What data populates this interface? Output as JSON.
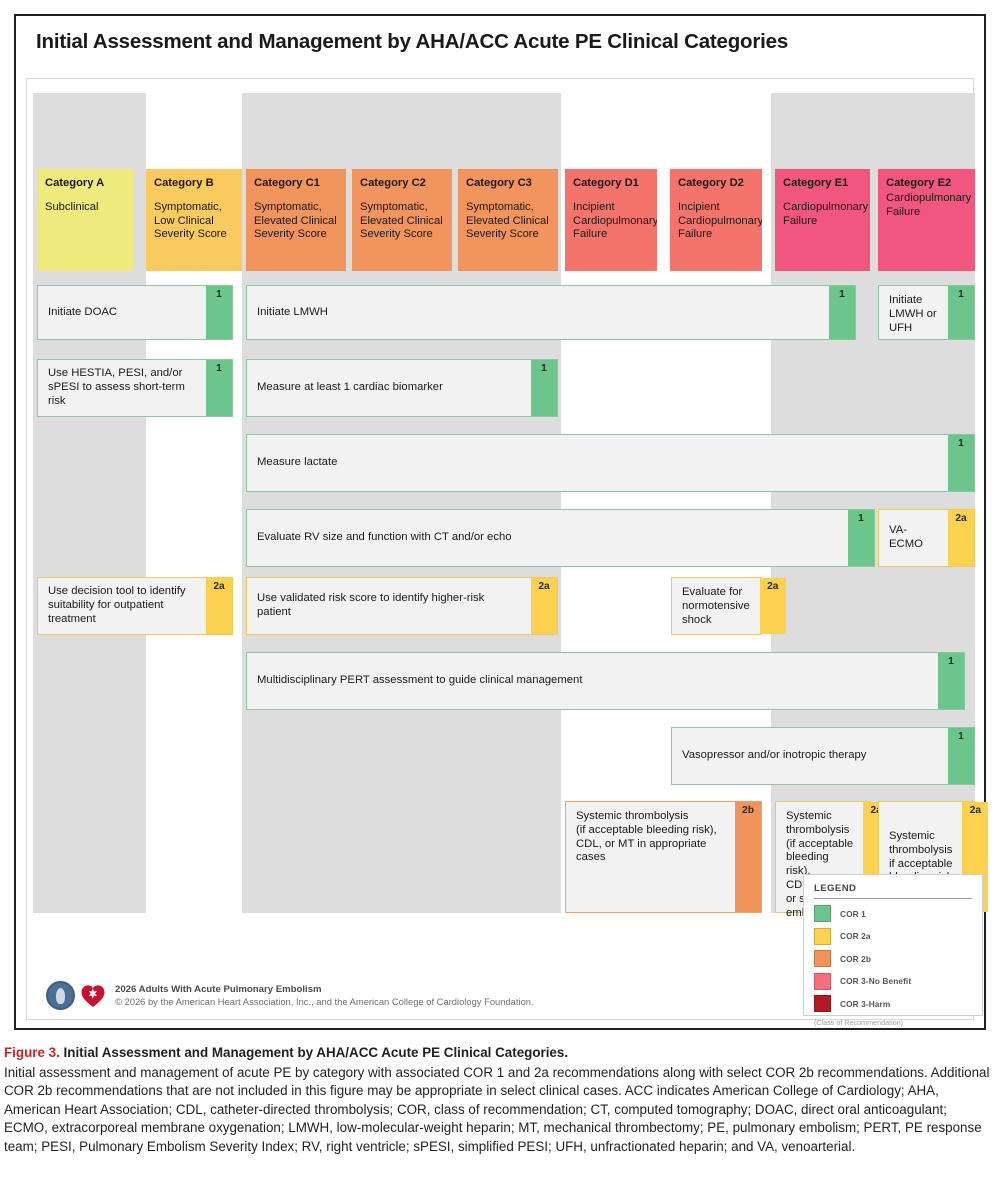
{
  "figure": {
    "title": "Initial Assessment and Management by AHA/ACC Acute PE Clinical Categories",
    "categories": [
      {
        "name": "Category A",
        "desc": "Subclinical",
        "color": "#eeea7e"
      },
      {
        "name": "Category B",
        "desc": "Symptomatic,\nLow Clinical\nSeverity Score",
        "color": "#f9ca5d"
      },
      {
        "name": "Category C1",
        "desc": "Symptomatic,\nElevated Clinical\nSeverity Score",
        "color": "#f2945e"
      },
      {
        "name": "Category C2",
        "desc": "Symptomatic,\nElevated Clinical\nSeverity Score",
        "color": "#f2945e"
      },
      {
        "name": "Category C3",
        "desc": "Symptomatic,\nElevated Clinical\nSeverity Score",
        "color": "#f2945e"
      },
      {
        "name": "Category D1",
        "desc": "Incipient\nCardiopulmonary\nFailure",
        "color": "#f4736a"
      },
      {
        "name": "Category D2",
        "desc": "Incipient\nCardiopulmonary\nFailure",
        "color": "#f4736a"
      },
      {
        "name": "Category E1",
        "desc": "Cardiopulmonary\nFailure",
        "color": "#f1567e"
      },
      {
        "name": "Category E2",
        "desc": "Cardiopulmonary\nFailure",
        "color": "#f1567e"
      }
    ],
    "recommendations": [
      {
        "id": "initiate-doac",
        "text": "Initiate DOAC",
        "cor": "1"
      },
      {
        "id": "initiate-lmwh",
        "text": "Initiate LMWH",
        "cor": "1"
      },
      {
        "id": "initiate-lmwh-ufh",
        "text": "Initiate LMWH or UFH",
        "cor": "1"
      },
      {
        "id": "assess-short-term-risk",
        "text": "Use HESTIA, PESI, and/or sPESI to assess short-term risk",
        "cor": "1"
      },
      {
        "id": "cardiac-biomarker",
        "text": "Measure at least 1 cardiac biomarker",
        "cor": "1"
      },
      {
        "id": "measure-lactate",
        "text": "Measure lactate",
        "cor": "1"
      },
      {
        "id": "evaluate-rv",
        "text": "Evaluate RV size and function with CT and/or echo",
        "cor": "1"
      },
      {
        "id": "va-ecmo",
        "text": "VA-ECMO",
        "cor": "2a"
      },
      {
        "id": "outpatient-decision",
        "text": "Use decision tool to identify suitability for outpatient treatment",
        "cor": "2a"
      },
      {
        "id": "validated-risk-score",
        "text": "Use validated risk score to identify higher-risk patient",
        "cor": "2a"
      },
      {
        "id": "normotensive-shock",
        "text": "Evaluate for normotensive shock",
        "cor": "2a"
      },
      {
        "id": "pert-assessment",
        "text": "Multidisciplinary PERT assessment to guide clinical management",
        "cor": "1"
      },
      {
        "id": "vasopressor-inotrope",
        "text": "Vasopressor and/or inotropic therapy",
        "cor": "1"
      },
      {
        "id": "thrombolysis-d",
        "text": "Systemic thrombolysis\n(if acceptable bleeding risk),\nCDL, or MT in appropriate\ncases",
        "cor": "2b"
      },
      {
        "id": "thrombolysis-e1",
        "text": "Systemic\nthrombolysis\n(if acceptable\nbleeding risk),\nCDL, MT,\nor surgical\nembolectomy",
        "cor": "2a"
      },
      {
        "id": "thrombolysis-e2",
        "text": "Systemic\nthrombolysis\nif acceptable\nbleeding risk",
        "cor": "2a"
      }
    ],
    "legend": {
      "title": "LEGEND",
      "note": "(Class of Recommendation)",
      "items": [
        {
          "label": "COR 1",
          "color": "#6cc58b"
        },
        {
          "label": "COR 2a",
          "color": "#fbd14f"
        },
        {
          "label": "COR 2b",
          "color": "#f0945a"
        },
        {
          "label": "COR 3-No Benefit",
          "color": "#f4707e"
        },
        {
          "label": "COR 3-Harm",
          "color": "#b01b23"
        }
      ]
    },
    "footer": {
      "line1": "2026 Adults With Acute Pulmonary Embolism",
      "line2": "© 2026 by the American Heart Association, Inc., and the American College of Cardiology Foundation."
    }
  },
  "caption": {
    "figure_number": "Figure 3.",
    "title": "Initial Assessment and Management by AHA/ACC Acute PE Clinical Categories.",
    "body": "Initial assessment and management of acute PE by category with associated COR 1 and 2a recommendations along with select COR 2b recommendations. Additional COR 2b recommendations that are not included in this figure may be appropriate in select clinical cases. ACC indicates American College of Cardiology; AHA, American Heart Association; CDL, catheter-directed thrombolysis; COR, class of recommendation; CT, computed tomography; DOAC, direct oral anticoagulant; ECMO, extracorporeal membrane oxygenation; LMWH, low-molecular-weight heparin; MT, mechanical thrombectomy; PE, pulmonary embolism; PERT, PE response team; PESI, Pulmonary Embolism Severity Index; RV, right ventricle; sPESI, simplified PESI; UFH, unfractionated heparin; and VA, venoarterial."
  }
}
